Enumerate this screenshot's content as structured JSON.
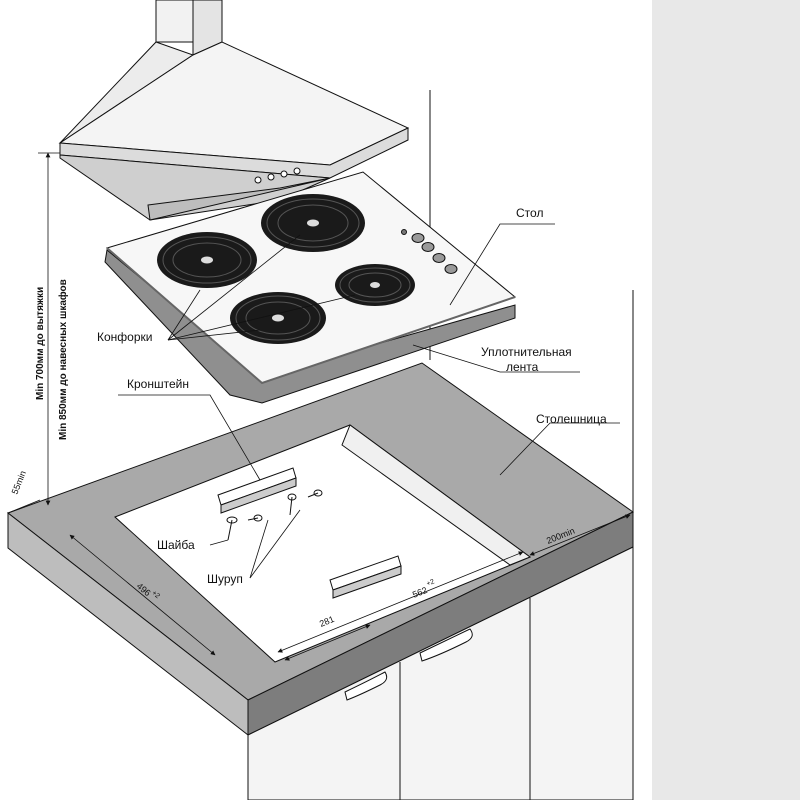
{
  "labels": {
    "stol": "Стол",
    "konforki": "Конфорки",
    "uplotn_1": "Уплотнительная",
    "uplotn_2": "лента",
    "kronshtein": "Кронштейн",
    "stoleshnitsa": "Столешница",
    "shaiba": "Шайба",
    "shurup": "Шуруп"
  },
  "dimensions": {
    "min700": "Min 700мм до вытяжки",
    "min850": "Min 850мм до навесных шкафов",
    "d55": "55min",
    "d200": "200min",
    "d496": "496",
    "d496_tol": "+2",
    "d562": "562",
    "d562_tol": "+2",
    "d281": "281"
  },
  "colors": {
    "background": "#ffffff",
    "side_panel": "#e8e8e8",
    "countertop": "#a9a9a9",
    "countertop_front": "#7d7d7d",
    "cabinet": "#f4f4f4",
    "hob_surface": "#f7f7f7",
    "burner": "#1a1a1a",
    "hood": "#f2f2f2"
  }
}
